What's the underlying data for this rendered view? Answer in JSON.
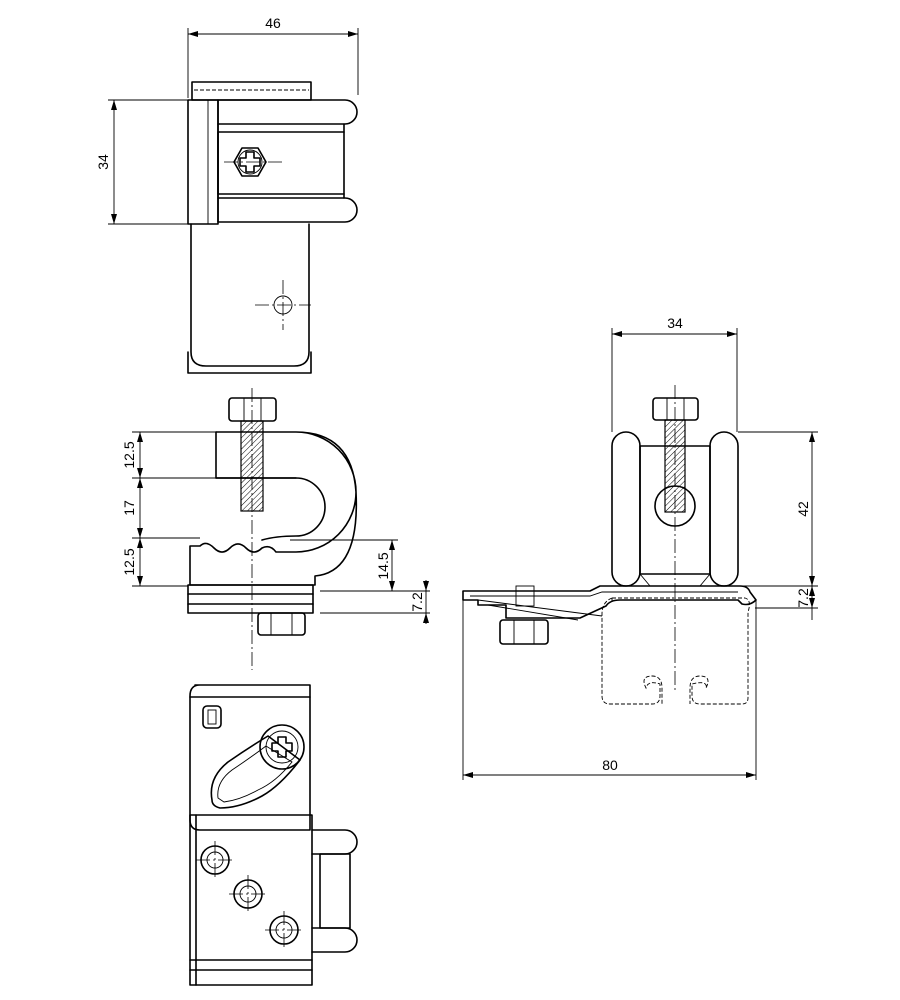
{
  "dimensions": {
    "top_width": "46",
    "top_height": "34",
    "side_upper": "12.5",
    "side_middle": "17",
    "side_lower": "12.5",
    "side_jaw": "14.5",
    "side_base": "7.2",
    "right_width": "34",
    "right_height": "42",
    "right_base": "7.2",
    "right_length": "80"
  }
}
